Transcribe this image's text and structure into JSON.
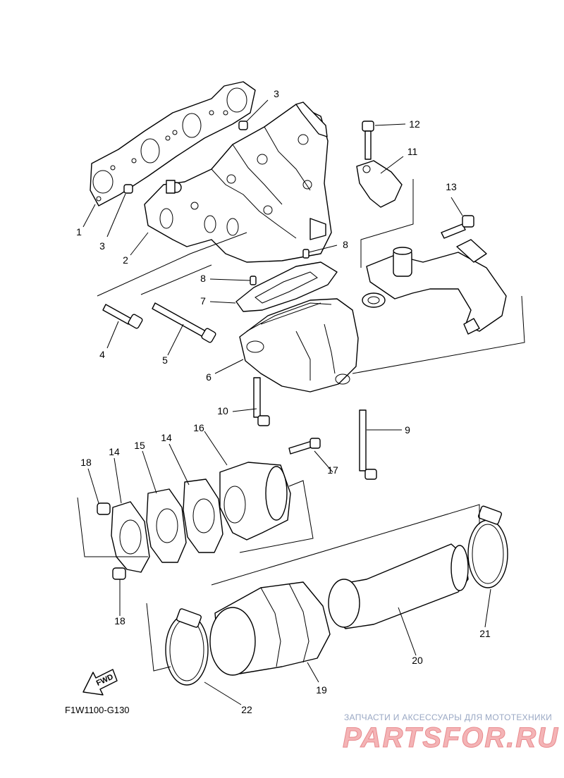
{
  "diagram_code": "F1W1100-G130",
  "fwd_label": "FWD",
  "watermark": {
    "tagline": "ЗАПЧАСТИ И АКСЕССУАРЫ ДЛЯ МОТОТЕХНИКИ",
    "logo": "PARTSFOR.RU"
  },
  "callouts": [
    {
      "id": "c1",
      "text": "1"
    },
    {
      "id": "c2",
      "text": "2"
    },
    {
      "id": "c3a",
      "text": "3"
    },
    {
      "id": "c3b",
      "text": "3"
    },
    {
      "id": "c4",
      "text": "4"
    },
    {
      "id": "c5",
      "text": "5"
    },
    {
      "id": "c6",
      "text": "6"
    },
    {
      "id": "c7",
      "text": "7"
    },
    {
      "id": "c8a",
      "text": "8"
    },
    {
      "id": "c8b",
      "text": "8"
    },
    {
      "id": "c9",
      "text": "9"
    },
    {
      "id": "c10",
      "text": "10"
    },
    {
      "id": "c11",
      "text": "11"
    },
    {
      "id": "c12",
      "text": "12"
    },
    {
      "id": "c13",
      "text": "13"
    },
    {
      "id": "c14a",
      "text": "14"
    },
    {
      "id": "c14b",
      "text": "14"
    },
    {
      "id": "c15",
      "text": "15"
    },
    {
      "id": "c16",
      "text": "16"
    },
    {
      "id": "c17",
      "text": "17"
    },
    {
      "id": "c18a",
      "text": "18"
    },
    {
      "id": "c18b",
      "text": "18"
    },
    {
      "id": "c19",
      "text": "19"
    },
    {
      "id": "c20",
      "text": "20"
    },
    {
      "id": "c21",
      "text": "21"
    },
    {
      "id": "c22",
      "text": "22"
    }
  ]
}
